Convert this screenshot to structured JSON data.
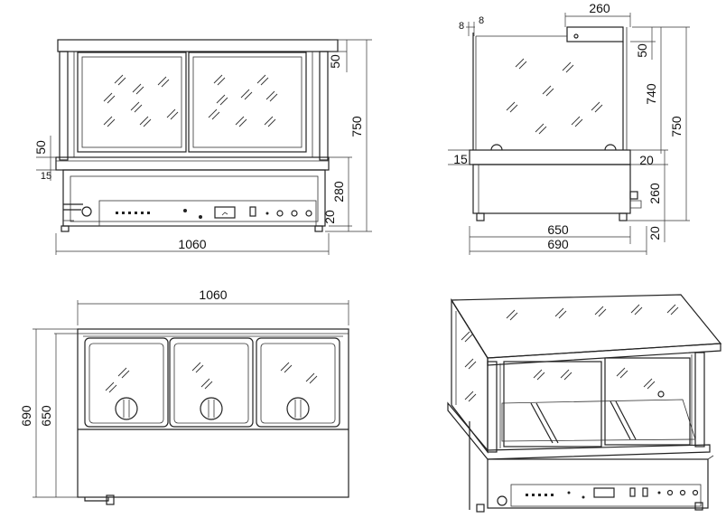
{
  "front_view": {
    "width_label": "1060",
    "height_label": "750",
    "top_rail_label": "50",
    "base_label": "280",
    "counter_label": "20",
    "left_label_a": "50",
    "left_label_b": "15"
  },
  "side_view": {
    "top_left_a": "8",
    "top_left_b": "8",
    "top_width_label": "260",
    "top_rail_label": "50",
    "glass_height_label": "740",
    "total_height_label": "750",
    "left_label": "15",
    "right_label": "20",
    "base_label": "260",
    "foot_label": "20",
    "inner_width_label": "650",
    "outer_width_label": "690"
  },
  "top_view": {
    "width_label": "1060",
    "depth_outer_label": "690",
    "depth_inner_label": "650"
  }
}
